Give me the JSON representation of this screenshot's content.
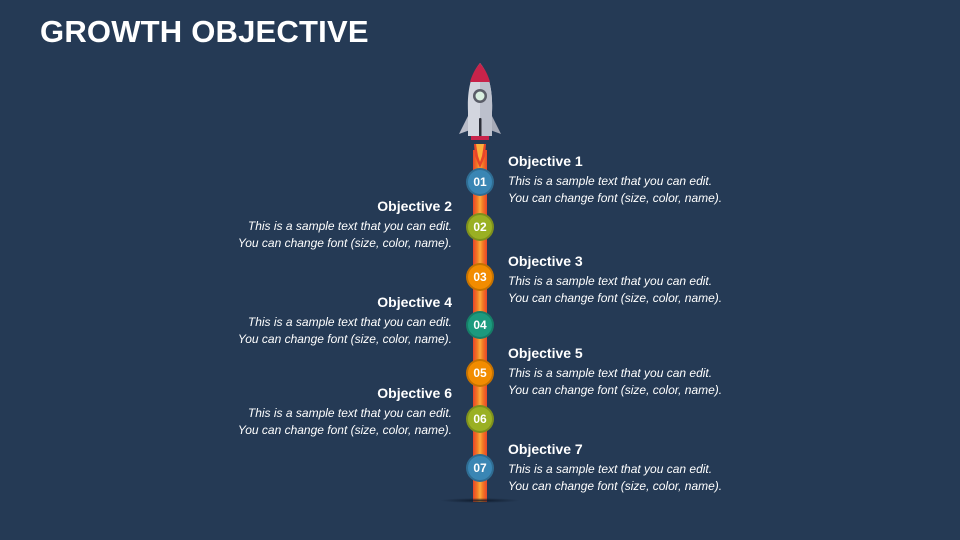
{
  "slide": {
    "title": "GROWTH OBJECTIVE",
    "background_color": "#253a55"
  },
  "rocket": {
    "icon": "rocket-icon",
    "body_color": "#c9ccd6",
    "nose_color": "#c8234a",
    "flame_color": "#f47a24"
  },
  "objectives": [
    {
      "number": "01",
      "title": "Objective 1",
      "line1": "This is a sample text that you can edit.",
      "line2": "You can change font (size, color, name).",
      "side": "right",
      "color": "#3a86b4"
    },
    {
      "number": "02",
      "title": "Objective 2",
      "line1": "This is a sample text that you can edit.",
      "line2": "You can change font (size, color, name).",
      "side": "left",
      "color": "#9ab023"
    },
    {
      "number": "03",
      "title": "Objective 3",
      "line1": "This is a sample text that you can edit.",
      "line2": "You can change font (size, color, name).",
      "side": "right",
      "color": "#f28c00"
    },
    {
      "number": "04",
      "title": "Objective 4",
      "line1": "This is a sample text that you can edit.",
      "line2": "You can change font (size, color, name).",
      "side": "left",
      "color": "#1c9a7e"
    },
    {
      "number": "05",
      "title": "Objective 5",
      "line1": "This is a sample text that you can edit.",
      "line2": "You can change font (size, color, name).",
      "side": "right",
      "color": "#f28c00"
    },
    {
      "number": "06",
      "title": "Objective 6",
      "line1": "This is a sample text that you can edit.",
      "line2": "You can change font (size, color, name).",
      "side": "left",
      "color": "#9ab023"
    },
    {
      "number": "07",
      "title": "Objective 7",
      "line1": "This is a sample text that you can edit.",
      "line2": "You can change font (size, color, name).",
      "side": "right",
      "color": "#3a86b4"
    }
  ]
}
